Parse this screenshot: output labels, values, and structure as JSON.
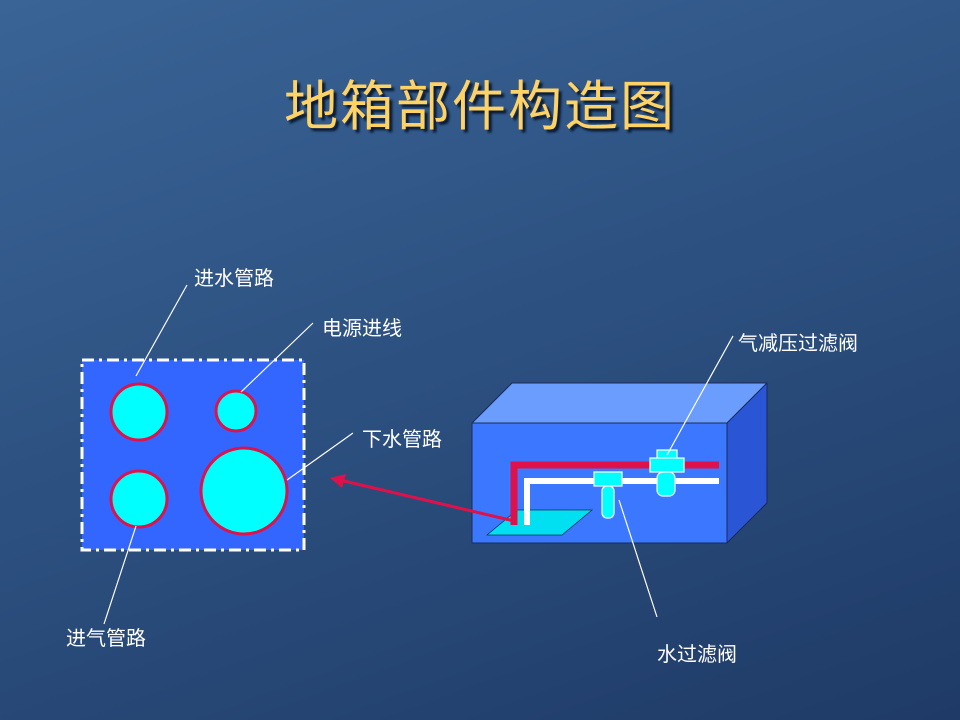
{
  "title": "地箱部件构造图",
  "labels": {
    "water_inlet": "进水管路",
    "power_inlet": "电源进线",
    "drain": "下水管路",
    "air_inlet": "进气管路",
    "air_valve": "气减压过滤阀",
    "water_valve": "水过滤阀"
  },
  "colors": {
    "title": "#ffd266",
    "panel_fill": "#3366ff",
    "pipe_fill": "#00ffff",
    "pipe_border": "#e0104a",
    "box_front": "#3b78ff",
    "box_top": "#6b9dff",
    "box_side": "#2a55d4",
    "red_pipe": "#e0104a",
    "white_pipe": "#ffffff",
    "arrow": "#e0104a"
  }
}
